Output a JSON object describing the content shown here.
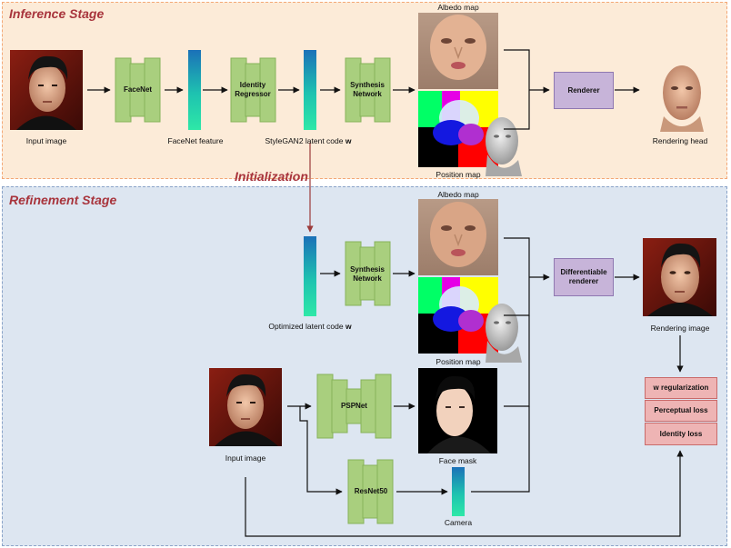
{
  "stages": {
    "inference_title": "Inference Stage",
    "refinement_title": "Refinement Stage",
    "initialization_label": "Initialization"
  },
  "inference": {
    "input_image_caption": "Input image",
    "facenet_label": "FaceNet",
    "facenet_feature_caption": "FaceNet feature",
    "identity_regressor_label": "Identity\nRegressor",
    "latent_caption_prefix": "StyleGAN2 latent code ",
    "latent_caption_symbol": "w",
    "synthesis_label": "Synthesis\nNetwork",
    "albedo_caption": "Albedo map",
    "position_caption": "Position map",
    "renderer_label": "Renderer",
    "rendering_head_caption": "Rendering head"
  },
  "refinement": {
    "optimized_latent_caption_prefix": "Optimized latent code ",
    "optimized_latent_caption_symbol": "w",
    "synthesis_label": "Synthesis\nNetwork",
    "albedo_caption": "Albedo map",
    "position_caption": "Position map",
    "diff_renderer_label": "Differentiable\nrenderer",
    "rendering_image_caption": "Rendering image",
    "input_image_caption": "Input image",
    "pspnet_label": "PSPNet",
    "resnet_label": "ResNet50",
    "face_mask_caption": "Face mask",
    "camera_caption": "Camera",
    "losses": [
      "w regularization",
      "Perceptual loss",
      "Identity loss"
    ]
  },
  "colors": {
    "net_fill": "#a9cf7e",
    "net_stroke": "#86b35a",
    "arrow": "#111111",
    "init_arrow": "#9c3b3b"
  },
  "icons": {
    "portrait": "person-portrait",
    "head_mesh": "3d-head-mesh-icon"
  }
}
